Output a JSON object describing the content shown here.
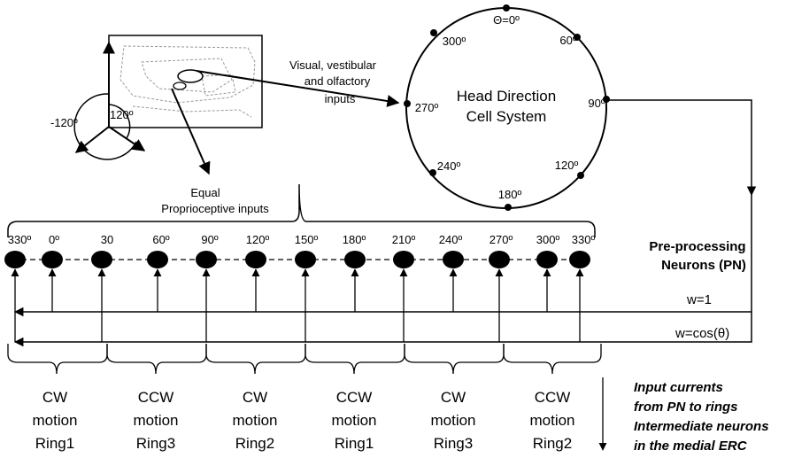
{
  "inset": {
    "angle_minus": "-120º",
    "angle_plus": "120º"
  },
  "sensory_inputs": [
    "Visual, vestibular",
    "and olfactory",
    "inputs"
  ],
  "proprio_inputs": [
    "Equal",
    "Proprioceptive inputs"
  ],
  "hd_system": {
    "title_lines": [
      "Head Direction",
      "Cell System"
    ],
    "angles": [
      "Θ=0º",
      "60º",
      "90º",
      "120º",
      "180º",
      "240º",
      "270º",
      "300º"
    ]
  },
  "pn_title": [
    "Pre-processing",
    "Neurons (PN)"
  ],
  "neuron_labels": [
    "330º",
    "0º",
    "30",
    "60º",
    "90º",
    "120º",
    "150º",
    "180º",
    "210º",
    "240º",
    "270º",
    "300º",
    "330º"
  ],
  "weights": [
    "w=1",
    "w=cos(θ)"
  ],
  "rings": [
    [
      "CW",
      "motion",
      "Ring1"
    ],
    [
      "CCW",
      "motion",
      "Ring3"
    ],
    [
      "CW",
      "motion",
      "Ring2"
    ],
    [
      "CCW",
      "motion",
      "Ring1"
    ],
    [
      "CW",
      "motion",
      "Ring3"
    ],
    [
      "CCW",
      "motion",
      "Ring2"
    ]
  ],
  "notes": [
    "Input currents",
    "from PN to rings",
    "Intermediate neurons",
    "in the medial ERC"
  ]
}
